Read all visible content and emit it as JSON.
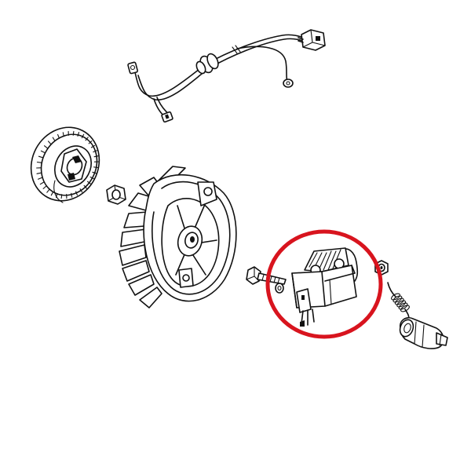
{
  "diagram": {
    "parts": [
      {
        "id": "wire-harness",
        "icon": "wire-harness-icon"
      },
      {
        "id": "starter-pulley",
        "icon": "starter-pulley-icon"
      },
      {
        "id": "flywheel-nut",
        "icon": "nut-icon"
      },
      {
        "id": "flywheel",
        "icon": "flywheel-icon"
      },
      {
        "id": "mounting-screw",
        "icon": "screw-icon"
      },
      {
        "id": "washer",
        "icon": "washer-icon"
      },
      {
        "id": "ignition-coil",
        "icon": "ignition-coil-icon"
      },
      {
        "id": "small-nut",
        "icon": "nut-icon"
      },
      {
        "id": "spring",
        "icon": "spring-icon"
      },
      {
        "id": "spark-plug-boot",
        "icon": "spark-plug-boot-icon"
      }
    ],
    "highlight": {
      "target": "ignition-coil",
      "color": "#d8141e"
    },
    "colors": {
      "line": "#111111",
      "background": "#ffffff"
    }
  }
}
